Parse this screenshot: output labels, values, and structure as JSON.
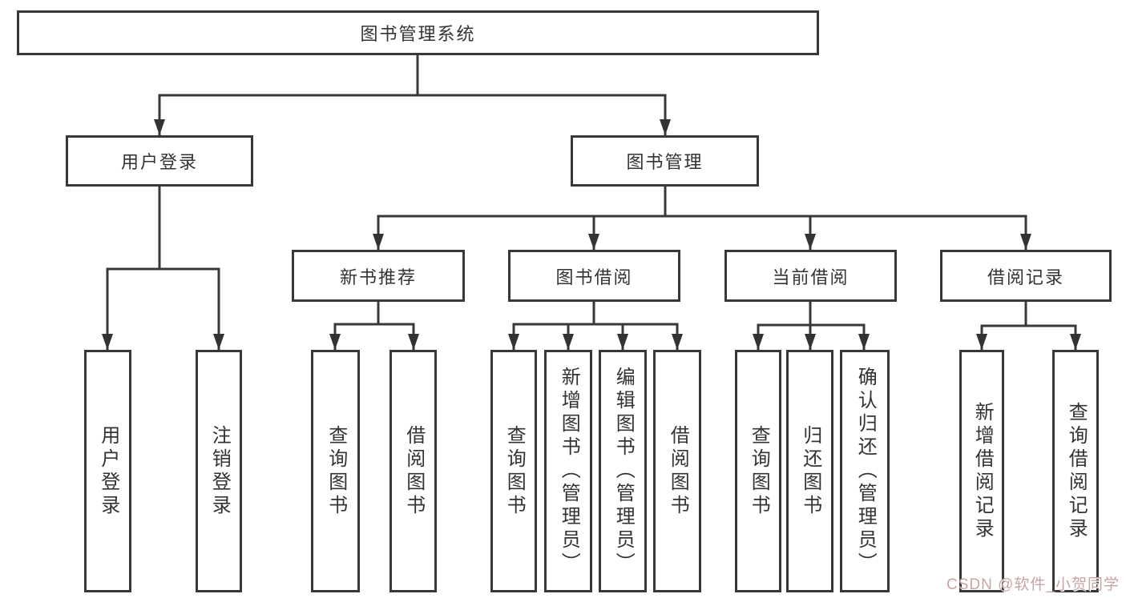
{
  "diagram": {
    "type": "function-structure-tree",
    "colors": {
      "line": "#383838",
      "text": "#333333",
      "box_background": "#ffffff",
      "watermark": "#c9a4a4",
      "background": "#ffffff"
    },
    "tree": {
      "label": "图书管理系统",
      "children": [
        {
          "label": "用户登录",
          "children": [
            {
              "label": "用户登录"
            },
            {
              "label": "注销登录"
            }
          ]
        },
        {
          "label": "图书管理",
          "children": [
            {
              "label": "新书推荐",
              "children": [
                {
                  "label": "查询图书"
                },
                {
                  "label": "借阅图书"
                }
              ]
            },
            {
              "label": "图书借阅",
              "children": [
                {
                  "label": "查询图书"
                },
                {
                  "label": "新增图书（管理员）"
                },
                {
                  "label": "编辑图书（管理员）"
                },
                {
                  "label": "借阅图书"
                }
              ]
            },
            {
              "label": "当前借阅",
              "children": [
                {
                  "label": "查询图书"
                },
                {
                  "label": "归还图书"
                },
                {
                  "label": "确认归还（管理员）"
                }
              ]
            },
            {
              "label": "借阅记录",
              "children": [
                {
                  "label": "新增借阅记录"
                },
                {
                  "label": "查询借阅记录"
                }
              ]
            }
          ]
        }
      ]
    },
    "watermark": {
      "text": "CSDN @软件_小贺同学"
    }
  }
}
